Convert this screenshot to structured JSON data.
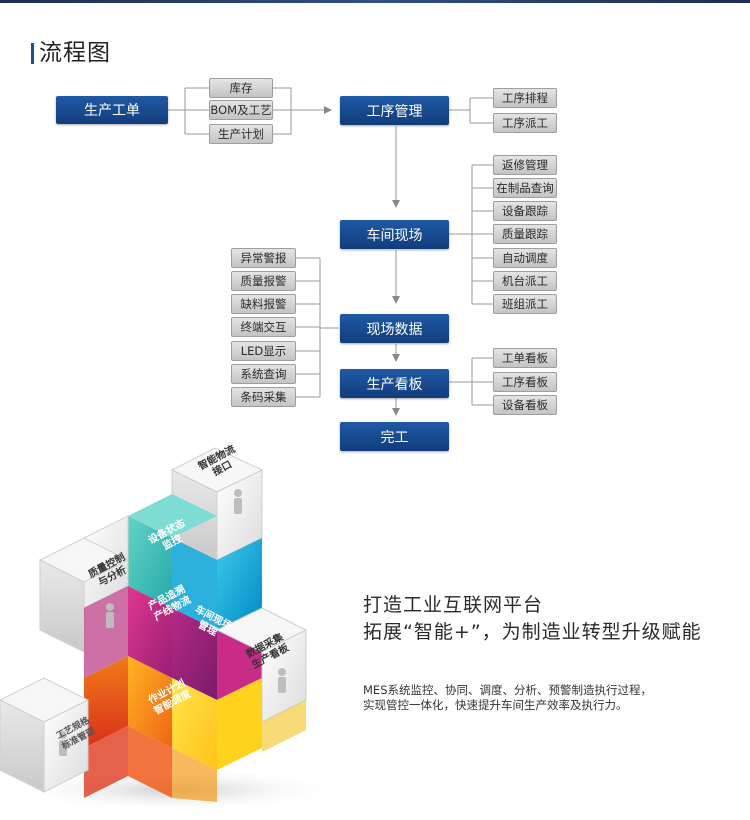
{
  "title": "流程图",
  "main_nodes": {
    "production_order": "生产工单",
    "process_mgmt": "工序管理",
    "workshop": "车间现场",
    "field_data": "现场数据",
    "board": "生产看板",
    "done": "完工"
  },
  "order_inputs": [
    "库存",
    "BOM及工艺",
    "生产计划"
  ],
  "process_items": [
    "工序排程",
    "工序派工"
  ],
  "workshop_items": [
    "返修管理",
    "在制品查询",
    "设备跟踪",
    "质量跟踪",
    "自动调度",
    "机台派工",
    "班组派工"
  ],
  "data_items": [
    "异常警报",
    "质量报警",
    "缺料报警",
    "终端交互",
    "LED显示",
    "系统查询",
    "条码采集"
  ],
  "board_items": [
    "工单看板",
    "工序看板",
    "设备看板"
  ],
  "cube_labels": {
    "smart_interface": [
      "智能物流",
      "接口"
    ],
    "device_monitor": [
      "设备状态",
      "监控"
    ],
    "quality_control": [
      "质量控制",
      "与分析"
    ],
    "product_trace": [
      "产品追溯",
      "产线物流"
    ],
    "workshop_mgmt": [
      "车间现场",
      "管理"
    ],
    "data_collect": [
      "数据采集",
      "生产看板"
    ],
    "plan_schedule": [
      "作业计划",
      "智能调度"
    ],
    "process_std": [
      "工艺规格",
      "标准管理"
    ]
  },
  "slogan": {
    "line1": "打造工业互联网平台",
    "line2": "拓展“智能+”，为制造业转型升级赋能"
  },
  "description": {
    "line1": "MES系统监控、协同、调度、分析、预警制造执行过程，",
    "line2": "实现管控一体化，快速提升车间生产效率及执行力。"
  },
  "colors": {
    "main_box": "#1a4d93",
    "cube_cyan": "#00a8d8",
    "cube_teal": "#3fbfb4",
    "cube_magenta": "#c8287e",
    "cube_purple": "#a3227e",
    "cube_orange": "#f08a1a",
    "cube_yellow": "#ffd21e",
    "cube_red": "#e8451c"
  }
}
